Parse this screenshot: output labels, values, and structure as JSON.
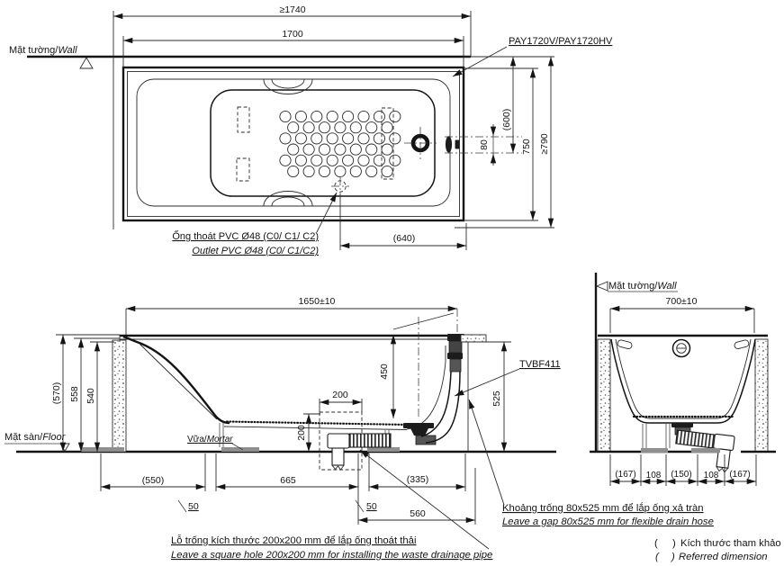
{
  "plan": {
    "dim_total": "≥1740",
    "dim_length": "1700",
    "wall_vi": "Mặt tường/",
    "wall_en": "Wall",
    "model": "PAY1720V/PAY1720HV",
    "dim_overflow": "80",
    "dim_drain_wall": "(600)",
    "dim_width": "750",
    "dim_total_width": "≥790",
    "dim_outlet": "(640)",
    "outlet_vi": "Ống thoát PVC Ø48 (C0/ C1/ C2)",
    "outlet_en": "Outlet PVC Ø48 (C0/ C1/C2)"
  },
  "front": {
    "dim_length": "1650±10",
    "dim_h_ref": "(570)",
    "dim_h1": "558",
    "dim_h2": "540",
    "floor_vi": "Mặt sàn/",
    "floor_en": "Floor",
    "mortar_vi": "Vữa/",
    "mortar_en": "Mortar",
    "dim_depth": "450",
    "dim_hole_w": "200",
    "dim_hole_h": "200",
    "valve": "TVBF411",
    "dim_gap_h": "525",
    "dim_b1": "(550)",
    "dim_off1": "50",
    "dim_b2": "665",
    "dim_off2": "50",
    "dim_b3": "(335)",
    "dim_b4": "560"
  },
  "side": {
    "wall_vi": "Mặt tường/",
    "wall_en": "Wall",
    "dim_width": "700±10",
    "dims_bottom": [
      "(167)",
      "108",
      "(150)",
      "108",
      "(167)"
    ]
  },
  "notes": {
    "gap_vi": "Khoảng trống 80x525 mm để lắp ống xả tràn",
    "gap_en": "Leave a gap 80x525 mm for flexible drain hose",
    "hole_vi": "Lỗ trống kích thước 200x200 mm để lắp ống thoát thải",
    "hole_en": "Leave a square hole 200x200 mm for installing the waste drainage pipe",
    "legend_open": "(",
    "legend_close": ")",
    "legend_vi": "Kích thước tham khảo",
    "legend_en": "Referred dimension"
  }
}
